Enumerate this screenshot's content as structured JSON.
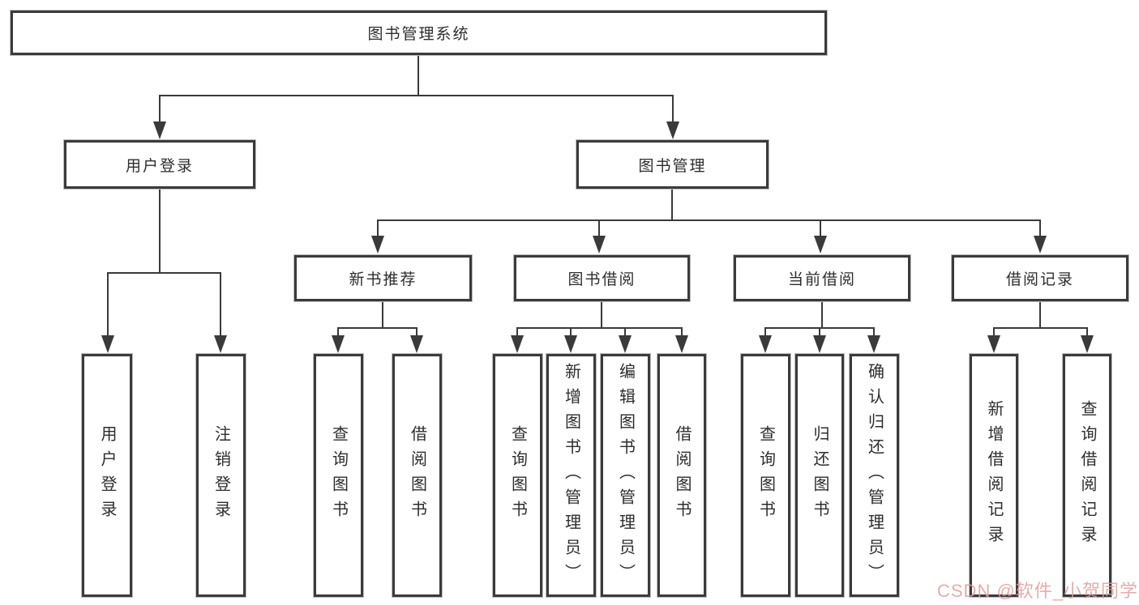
{
  "diagram": {
    "root": {
      "label": "图书管理系统"
    },
    "level2": [
      {
        "label": "用户登录"
      },
      {
        "label": "图书管理"
      }
    ],
    "level3": [
      {
        "label": "新书推荐"
      },
      {
        "label": "图书借阅"
      },
      {
        "label": "当前借阅"
      },
      {
        "label": "借阅记录"
      }
    ],
    "leaves": {
      "user_login": [
        {
          "label": "用户登录"
        },
        {
          "label": "注销登录"
        }
      ],
      "new_book": [
        {
          "label": "查询图书"
        },
        {
          "label": "借阅图书"
        }
      ],
      "book_borrow": [
        {
          "label": "查询图书"
        },
        {
          "label": "新增图书（管理员）"
        },
        {
          "label": "编辑图书（管理员）"
        },
        {
          "label": "借阅图书"
        }
      ],
      "current_borrow": [
        {
          "label": "查询图书"
        },
        {
          "label": "归还图书"
        },
        {
          "label": "确认归还（管理员）"
        }
      ],
      "borrow_record": [
        {
          "label": "新增借阅记录"
        },
        {
          "label": "查询借阅记录"
        }
      ]
    }
  },
  "watermark": {
    "text": "CSDN @软件_小贺同学"
  },
  "colors": {
    "line": "#3a3a3a",
    "box_border": "#3b3b3b",
    "watermark": "#e49c9c",
    "background": "#ffffff"
  }
}
